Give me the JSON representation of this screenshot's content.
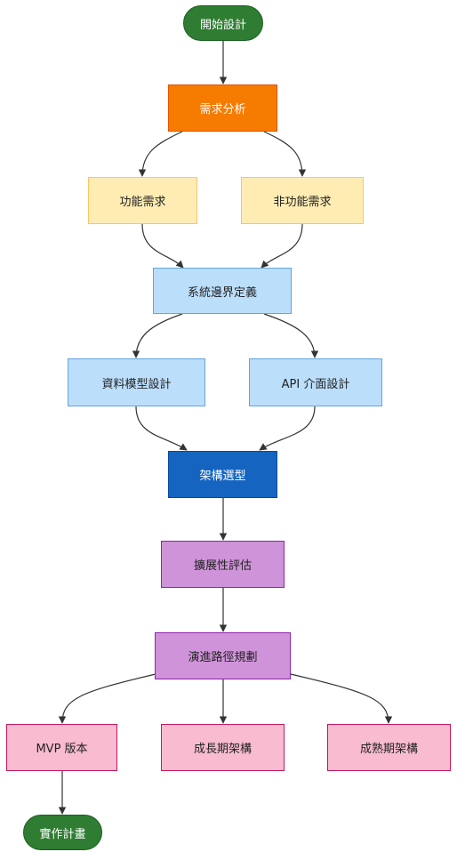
{
  "nodes": {
    "start": "開始設計",
    "requirements": "需求分析",
    "functional": "功能需求",
    "nonfunctional": "非功能需求",
    "boundary": "系統邊界定義",
    "data_model": "資料模型設計",
    "api": "API 介面設計",
    "architecture": "架構選型",
    "scalability": "擴展性評估",
    "evolution": "演進路徑規劃",
    "mvp": "MVP 版本",
    "growth": "成長期架構",
    "mature": "成熟期架構",
    "implement": "實作計畫"
  },
  "colors": {
    "edge": "#333333",
    "start_fill": "#2e7d32",
    "requirements_fill": "#f57c00",
    "requirement_type_fill": "#ffecb3",
    "design_fill": "#bbdefb",
    "architecture_fill": "#1565c0",
    "evaluation_fill": "#ce93d8",
    "phase_fill": "#f8bbd0"
  }
}
